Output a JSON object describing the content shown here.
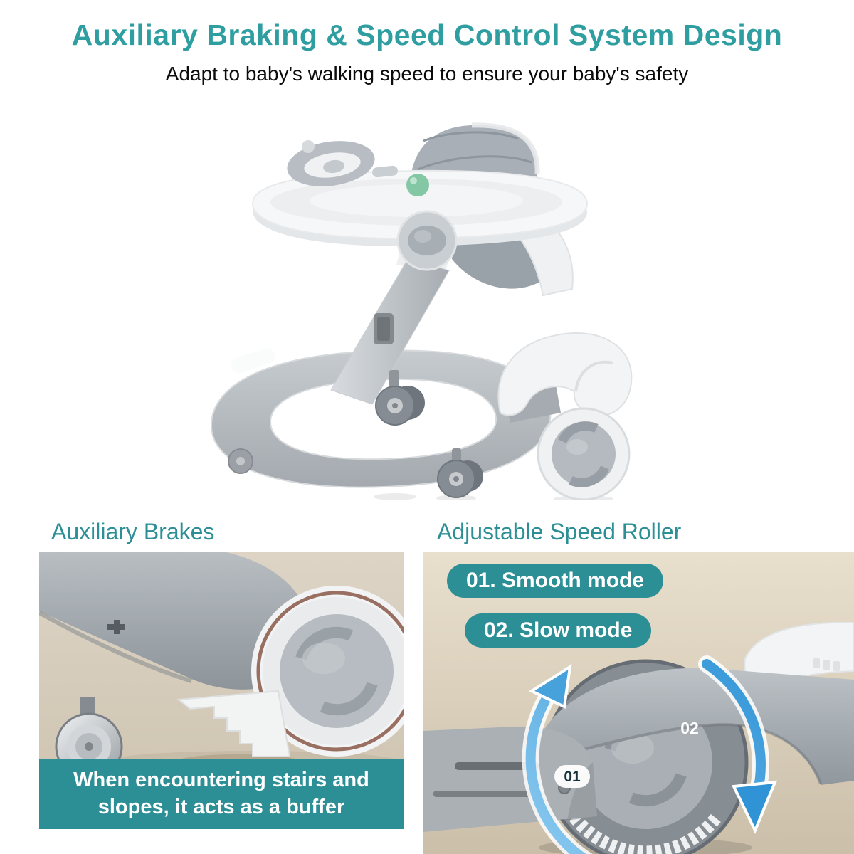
{
  "header": {
    "title": "Auxiliary Braking & Speed Control System Design",
    "subtitle": "Adapt to baby's walking speed to ensure your baby's safety"
  },
  "sections": {
    "left": {
      "heading": "Auxiliary Brakes",
      "caption_line1": "When encountering stairs and",
      "caption_line2": "slopes, it acts as a buffer"
    },
    "right": {
      "heading": "Adjustable Speed Roller",
      "badges": [
        {
          "label": "01. Smooth mode"
        },
        {
          "label": "02. Slow mode"
        }
      ],
      "wheel_label_01": "01",
      "wheel_label_02": "02"
    }
  },
  "colors": {
    "title_teal": "#2f9ea1",
    "section_teal": "#2d8f96",
    "badge_teal": "#2d8f96",
    "caption_teal": "#2d8f96",
    "arrow_blue": "#4aa3dd",
    "photo_beige": "#d8cfc0",
    "walker_gray": "#b7bcc0",
    "walker_white": "#f4f5f6"
  }
}
